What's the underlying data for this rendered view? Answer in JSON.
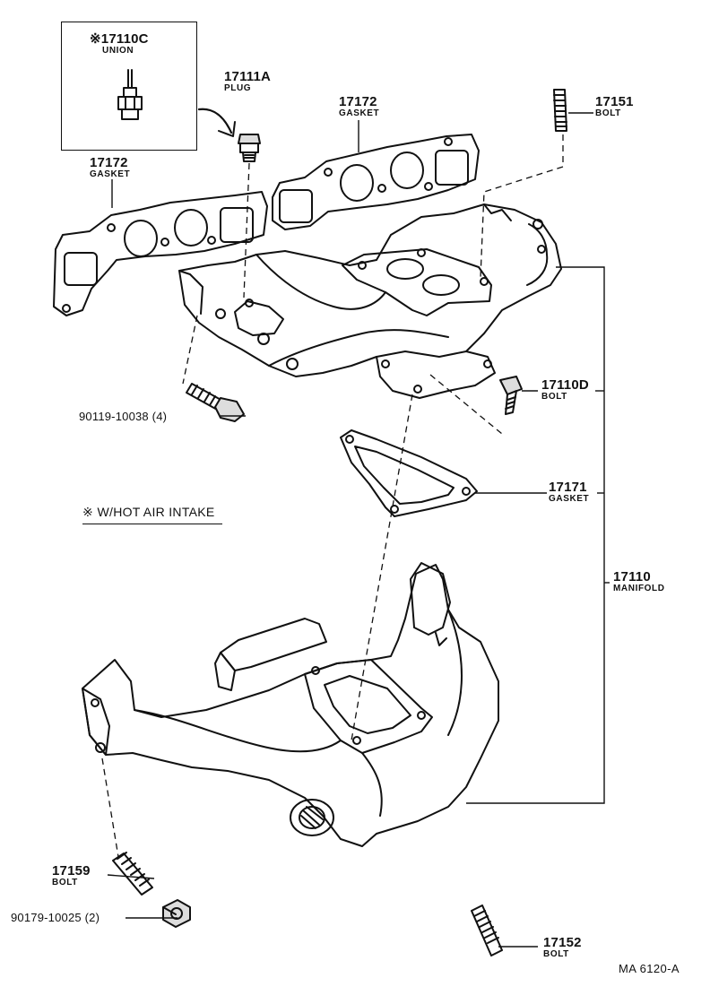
{
  "labels": {
    "union": {
      "number": "17110C",
      "name": "UNION",
      "marker": "※"
    },
    "plug": {
      "number": "17111A",
      "name": "PLUG"
    },
    "gasket_top": {
      "number": "17172",
      "name": "GASKET"
    },
    "gasket_left": {
      "number": "17172",
      "name": "GASKET"
    },
    "bolt_17151": {
      "number": "17151",
      "name": "BOLT"
    },
    "bolt_17110d": {
      "number": "17110D",
      "name": "BOLT"
    },
    "gasket_17171": {
      "number": "17171",
      "name": "GASKET"
    },
    "manifold": {
      "number": "17110",
      "name": "MANIFOLD"
    },
    "bolt_17159": {
      "number": "17159",
      "name": "BOLT"
    },
    "bolt_17152": {
      "number": "17152",
      "name": "BOLT"
    },
    "bolt_90119": {
      "text": "90119-10038 (4)"
    },
    "nut_90179": {
      "text": "90179-10025 (2)"
    }
  },
  "note": {
    "marker": "※",
    "text": "W/HOT AIR INTAKE"
  },
  "drawing_ref": "MA 6120-A",
  "colors": {
    "ink": "#111111",
    "paper": "#ffffff"
  }
}
